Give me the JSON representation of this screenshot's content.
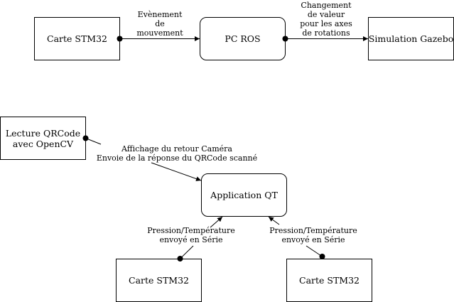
{
  "nodes": {
    "stm32_top": "Carte STM32",
    "pc_ros": "PC ROS",
    "gazebo": "Simulation Gazebo",
    "qrcode_line1": "Lecture QRCode",
    "qrcode_line2": "avec OpenCV",
    "app_qt": "Application QT",
    "stm32_left": "Carte STM32",
    "stm32_right": "Carte STM32"
  },
  "edges": {
    "motion": [
      "Evènement",
      "de",
      "mouvement"
    ],
    "rotation": [
      "Changement",
      "de valeur",
      "pour les axes",
      "de rotations"
    ],
    "camera": [
      "Affichage du retour Caméra",
      "Envoie de la réponse du QRCode scanné"
    ],
    "serial_left": [
      "Pression/Température",
      "envoyé en Série"
    ],
    "serial_right": [
      "Pression/Température",
      "envoyé en Série"
    ]
  }
}
